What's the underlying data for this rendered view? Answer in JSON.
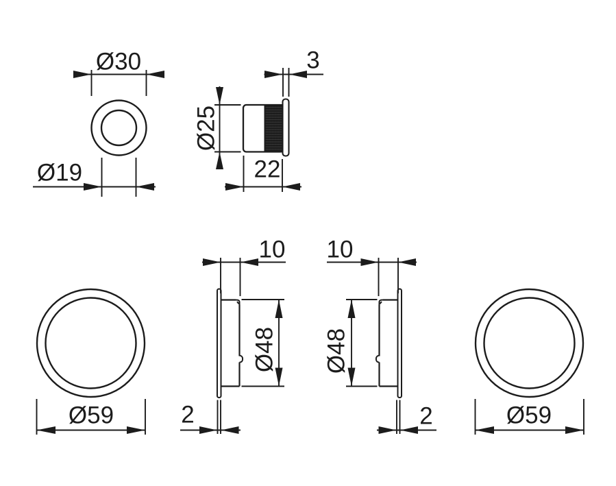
{
  "drawing": {
    "type": "technical-dimension-drawing",
    "colors": {
      "line": "#1c1c1c",
      "background": "#ffffff",
      "knurl_fill": "#222222"
    },
    "views": {
      "knob_front": {
        "description": "small knob front view, two concentric circles",
        "dims": {
          "outer": "Ø30",
          "hole": "Ø19"
        }
      },
      "knob_side": {
        "description": "small knob side view with knurled body and flange",
        "dims": {
          "flange": "3",
          "body": "Ø25",
          "depth": "22"
        }
      },
      "pull_front_left": {
        "description": "large flush pull front view, two concentric circles",
        "dims": {
          "outer": "Ø59"
        }
      },
      "pull_side_left": {
        "description": "large flush pull side view, flange left",
        "dims": {
          "depth": "10",
          "cup": "Ø48",
          "flange": "2"
        }
      },
      "pull_side_right": {
        "description": "large flush pull side view, flange right (mirrored)",
        "dims": {
          "depth": "10",
          "cup": "Ø48",
          "flange": "2"
        }
      },
      "pull_front_right": {
        "description": "large flush pull front view, two concentric circles",
        "dims": {
          "outer": "Ø59"
        }
      }
    }
  }
}
